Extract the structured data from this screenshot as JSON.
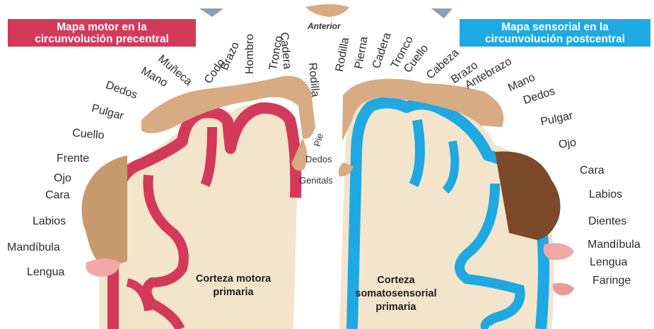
{
  "colors": {
    "motor": "#d33a5a",
    "sensory": "#1ea9e2",
    "tissue": "#f3e4cc",
    "skin": "#d8ab82"
  },
  "banners": {
    "motor": [
      "Mapa motor en la",
      "circunvolución precentral"
    ],
    "sensory": [
      "Mapa sensorial en la",
      "circunvolución postcentral"
    ]
  },
  "anterior": "Anterior",
  "captions": {
    "motor": [
      "Corteza motora",
      "primaria"
    ],
    "sensory": [
      "Corteza",
      "somatosensorial",
      "primaria"
    ]
  },
  "motor_labels": [
    "Hombro",
    "Tronco",
    "Cadera",
    "Rodilla",
    "Brazo",
    "Codo",
    "Muñeca",
    "Mano",
    "Dedos",
    "Pulgar",
    "Cuello",
    "Frente",
    "Ojo",
    "Cara",
    "Labios",
    "Mandíbula",
    "Lengua",
    "Pie",
    "Dedos",
    "Genitals"
  ],
  "sensory_labels": [
    "Rodilla",
    "Pierna",
    "Cadera",
    "Tronco",
    "Cuello",
    "Cabeza",
    "Brazo",
    "Antebrazo",
    "Mano",
    "Dedos",
    "Pulgar",
    "Ojo",
    "Cara",
    "Labios",
    "Dientes",
    "Mandíbula",
    "Lengua",
    "Faringe"
  ]
}
